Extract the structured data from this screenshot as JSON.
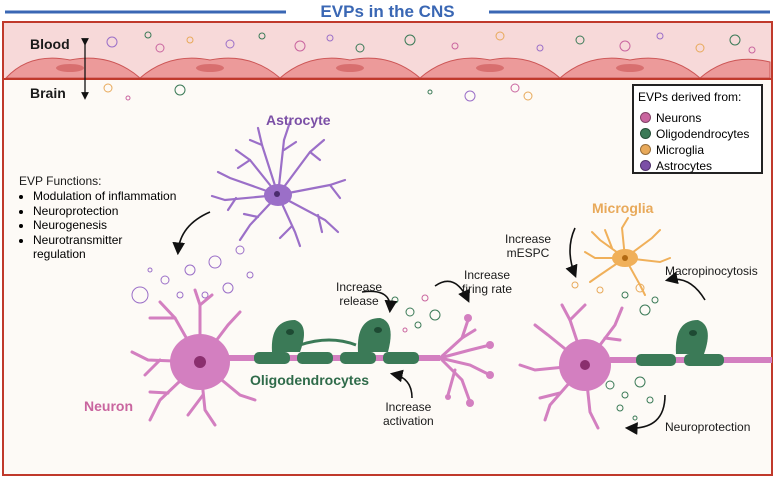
{
  "title": "EVPs in the CNS",
  "labels": {
    "blood": "Blood",
    "brain": "Brain",
    "astrocyte": "Astrocyte",
    "neuron": "Neuron",
    "oligodendrocytes": "Oligodendrocytes",
    "microglia": "Microglia"
  },
  "functions": {
    "title": "EVP Functions:",
    "items": [
      "Modulation of inflammation",
      "Neuroprotection",
      "Neurogenesis",
      "Neurotransmitter\nregulation"
    ]
  },
  "annotations": {
    "increase_release": "Increase\nrelease",
    "increase_firing_rate": "Increase\nfiring rate",
    "increase_activation": "Increase\nactivation",
    "increase_mespc": "Increase\nmESPC",
    "macropinocytosis": "Macropinocytosis",
    "neuroprotection": "Neuroprotection"
  },
  "legend": {
    "title": "EVPs derived from:",
    "items": [
      {
        "label": "Neurons",
        "color": "#c9659f"
      },
      {
        "label": "Oligodendrocytes",
        "color": "#3b7a57"
      },
      {
        "label": "Microglia",
        "color": "#e8a95a"
      },
      {
        "label": "Astrocytes",
        "color": "#7b4fa6"
      }
    ]
  },
  "colors": {
    "title": "#3a67b4",
    "frame": "#c0392b",
    "blood_band": "#f6d6d6",
    "endothelium": "#e98f8f",
    "neuron": "#d37fc0",
    "astrocyte": "#9b6fc8",
    "oligodendrocyte": "#3b7a57",
    "microglia": "#f0b05a"
  }
}
